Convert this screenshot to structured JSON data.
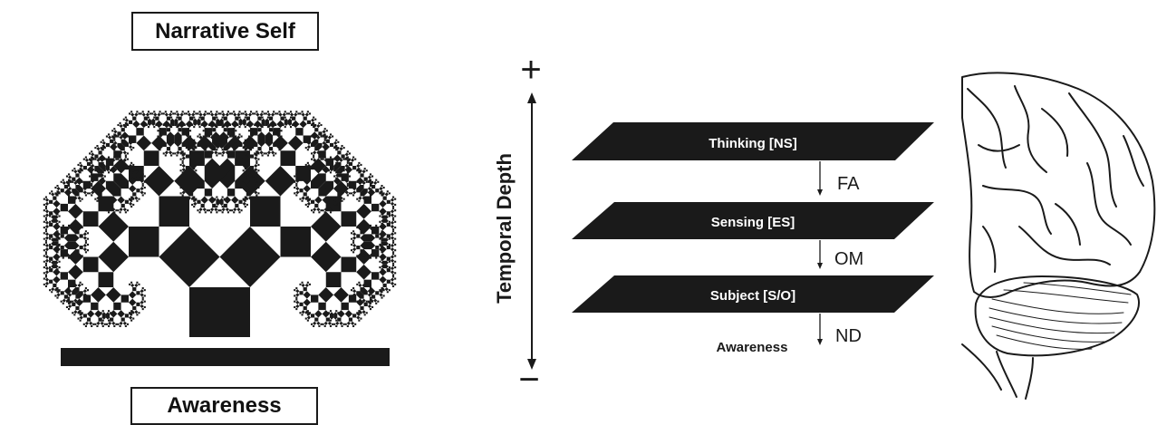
{
  "tree": {
    "top_label": "Narrative Self",
    "bottom_label": "Awareness"
  },
  "axis": {
    "plus_sign": "+",
    "minus_sign": "−",
    "label": "Temporal Depth"
  },
  "layers": [
    {
      "label": "Thinking [NS]"
    },
    {
      "label": "Sensing [ES]"
    },
    {
      "label": "Subject [S/O]"
    }
  ],
  "transitions": [
    {
      "label": "FA"
    },
    {
      "label": "OM"
    },
    {
      "label": "ND"
    }
  ],
  "base_label": "Awareness",
  "colors": {
    "ink": "#1a1a1a",
    "plane_text": "#ffffff"
  }
}
